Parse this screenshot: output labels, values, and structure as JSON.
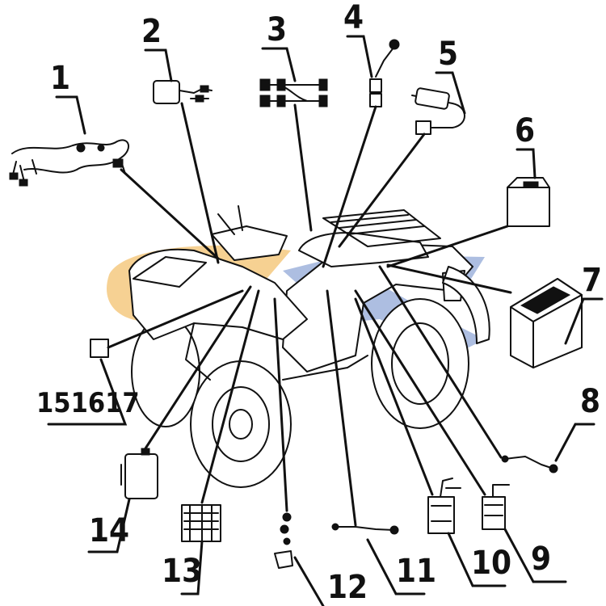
{
  "diagram": {
    "callouts": [
      {
        "id": "c1",
        "label": "1"
      },
      {
        "id": "c2",
        "label": "2"
      },
      {
        "id": "c3",
        "label": "3"
      },
      {
        "id": "c4",
        "label": "4"
      },
      {
        "id": "c5",
        "label": "5"
      },
      {
        "id": "c6",
        "label": "6"
      },
      {
        "id": "c7",
        "label": "7"
      },
      {
        "id": "c8",
        "label": "8"
      },
      {
        "id": "c9",
        "label": "9"
      },
      {
        "id": "c10",
        "label": "10"
      },
      {
        "id": "c11",
        "label": "11"
      },
      {
        "id": "c12",
        "label": "12"
      },
      {
        "id": "c13",
        "label": "13"
      },
      {
        "id": "c14",
        "label": "14"
      },
      {
        "id": "c151617",
        "label": "151617"
      }
    ],
    "watermark": {
      "colors": {
        "orange": "#f5c980",
        "blue": "#9fb3dc"
      }
    }
  }
}
